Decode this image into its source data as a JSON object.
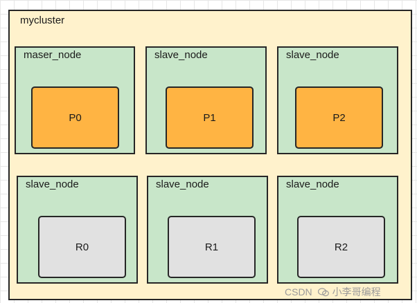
{
  "cluster": {
    "title": "mycluster"
  },
  "nodes": [
    {
      "label": "maser_node",
      "shard": "P0"
    },
    {
      "label": "slave_node",
      "shard": "P1"
    },
    {
      "label": "slave_node",
      "shard": "P2"
    },
    {
      "label": "slave_node",
      "shard": "R0"
    },
    {
      "label": "slave_node",
      "shard": "R1"
    },
    {
      "label": "slave_node",
      "shard": "R2"
    }
  ],
  "watermark": {
    "csdn": "CSDN",
    "account": "小李哥编程"
  },
  "colors": {
    "cluster_fill": "#fff2cc",
    "node_fill": "#c8e6c9",
    "primary_shard_fill": "#ffb443",
    "replica_shard_fill": "#e1e1e1",
    "border": "#262626"
  }
}
